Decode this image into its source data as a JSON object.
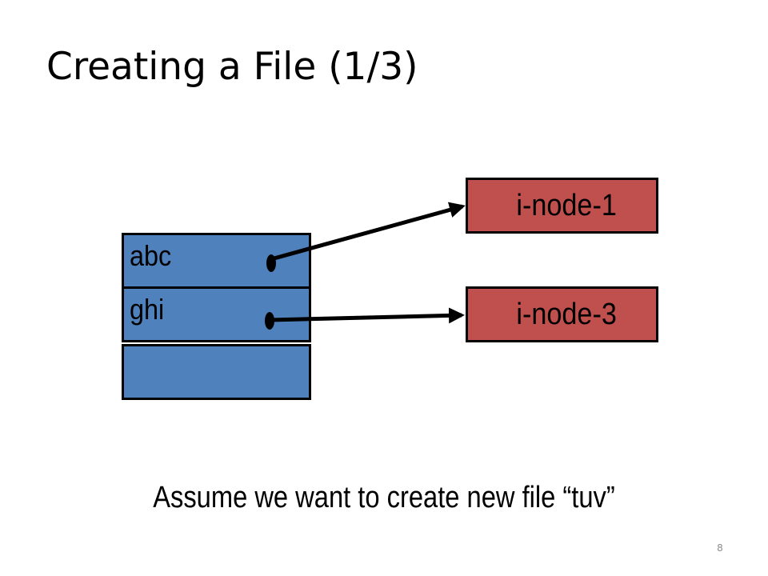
{
  "slide": {
    "title": "Creating a File (1/3)",
    "caption": "Assume we want to create new file “tuv”",
    "page_number": "8"
  },
  "directory": {
    "entries": [
      {
        "name": "abc",
        "points_to": "i-node-1"
      },
      {
        "name": "ghi",
        "points_to": "i-node-3"
      },
      {
        "name": ""
      }
    ],
    "color": "#4f81bd"
  },
  "inodes": {
    "items": [
      {
        "label": "i-node-1"
      },
      {
        "label": "i-node-3"
      }
    ],
    "color": "#c0504d"
  }
}
